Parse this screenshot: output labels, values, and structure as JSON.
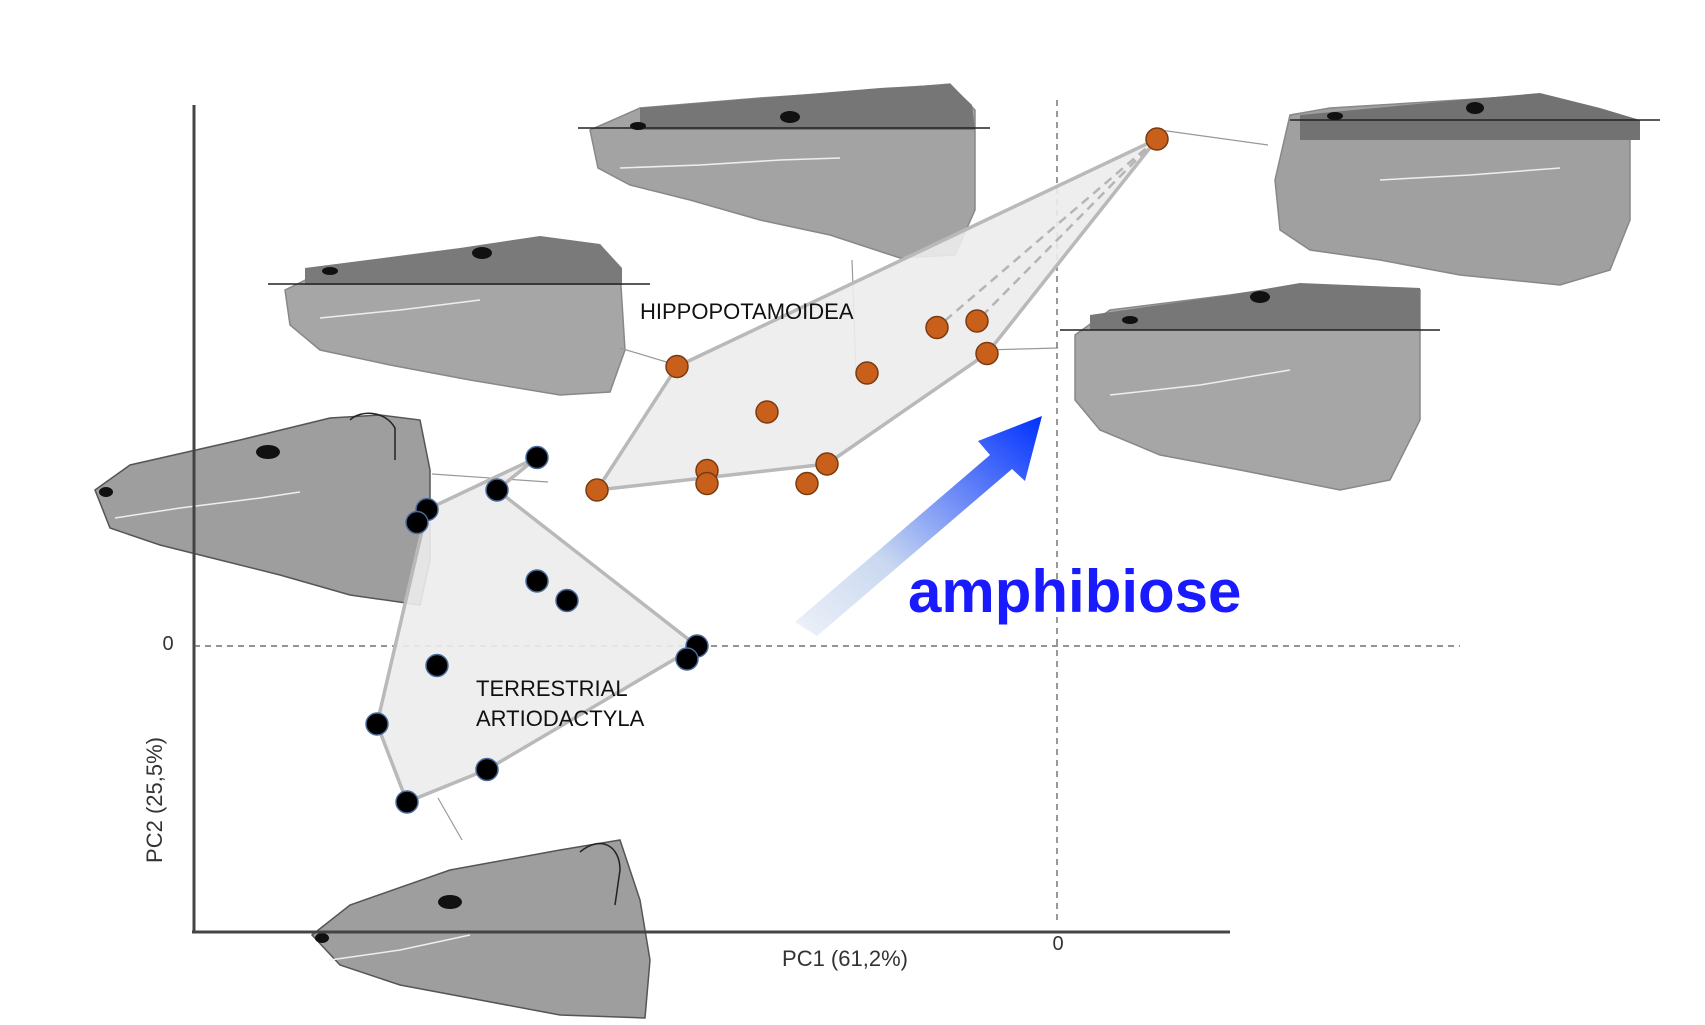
{
  "chart_data": {
    "type": "scatter",
    "title": "",
    "xlabel": "PC1 (61,2%)",
    "ylabel": "PC2 (25,5%)",
    "xlim": [
      -1.0,
      0.2
    ],
    "ylim": [
      -0.45,
      0.85
    ],
    "zero_label_x": "0",
    "zero_label_y": "0",
    "grid": false,
    "reference_lines": "dashed lines at x=0 and y=0",
    "annotation": "amphibiose",
    "annotation_color": "#1a1aff",
    "series": [
      {
        "name": "HIPPOPOTAMOIDEA",
        "color": "#c8601c",
        "x": [
          0.1,
          -0.38,
          -0.19,
          -0.29,
          -0.35,
          -0.35,
          -0.25,
          -0.23,
          -0.12,
          -0.08,
          -0.07,
          -0.46
        ],
        "y": [
          0.78,
          0.43,
          0.42,
          0.36,
          0.27,
          0.25,
          0.25,
          0.28,
          0.49,
          0.5,
          0.45,
          0.24
        ]
      },
      {
        "name": "TERRESTRIAL ARTIODACTYLA",
        "color": "#000000",
        "x": [
          -0.52,
          -0.56,
          -0.63,
          -0.64,
          -0.52,
          -0.49,
          -0.36,
          -0.37,
          -0.62,
          -0.68,
          -0.57,
          -0.65
        ],
        "y": [
          0.29,
          0.24,
          0.21,
          0.19,
          0.1,
          0.07,
          0.0,
          -0.02,
          -0.03,
          -0.12,
          -0.19,
          -0.24
        ]
      }
    ],
    "hulls": [
      {
        "name": "HIPPOPOTAMOIDEA",
        "vertex_indices": [
          0,
          10,
          7,
          11,
          1
        ]
      },
      {
        "name": "TERRESTRIAL ARTIODACTYLA",
        "vertex_indices": [
          0,
          1,
          6,
          10,
          11,
          9,
          2
        ]
      }
    ]
  },
  "colors": {
    "hull_fill": "#ececec",
    "hull_stroke": "#b9b9b9",
    "skull_fill": "#9a9a9a",
    "skull_dark": "#6e6e6e",
    "arrow_start": "#e8eef8",
    "arrow_end": "#0033ff"
  },
  "skull_icons": [
    "skull-hippo-top",
    "skull-hippo-topright",
    "skull-hippo-left",
    "skull-hippo-right",
    "skull-terrestrial-left",
    "skull-terrestrial-bottom"
  ]
}
